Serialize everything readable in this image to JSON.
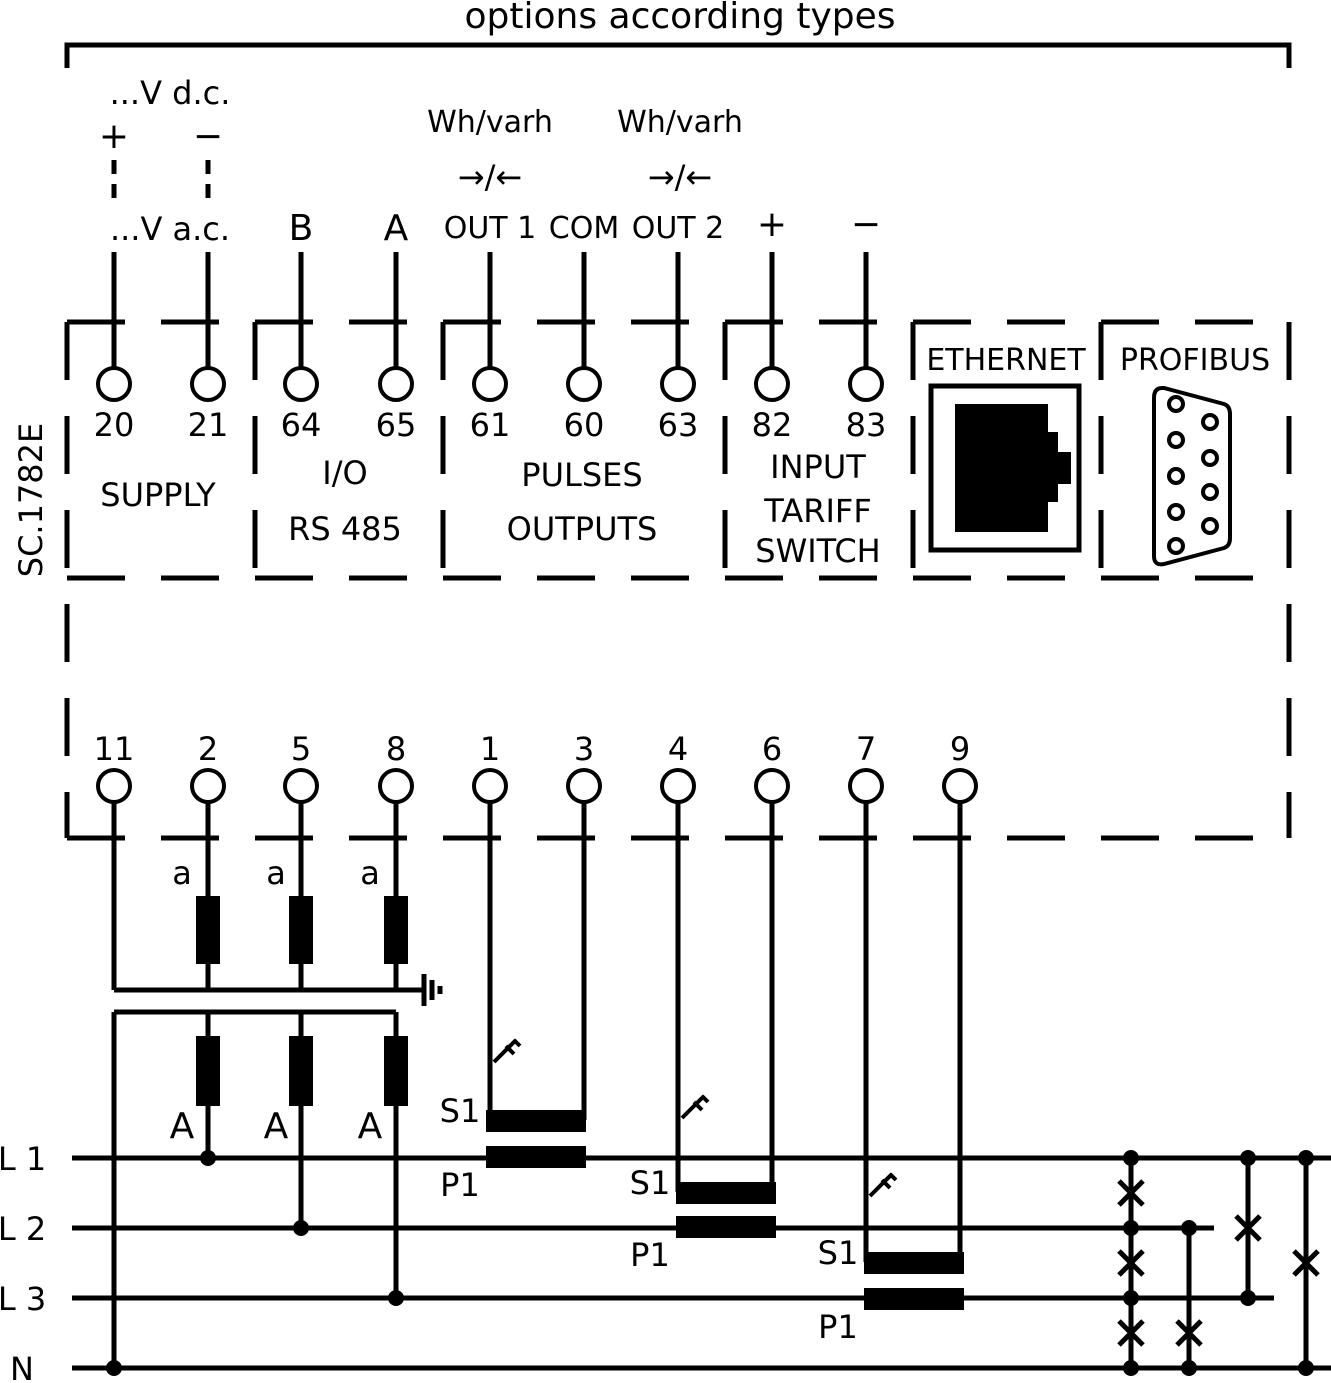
{
  "header": {
    "title": "options according types"
  },
  "side_label": "SC.1782E",
  "supply": {
    "dc_label": "...V d.c.",
    "ac_label": "...V a.c.",
    "plus": "+",
    "minus": "−",
    "group_label": "SUPPLY",
    "terminals": [
      "20",
      "21"
    ]
  },
  "io": {
    "labels": [
      "B",
      "A"
    ],
    "terminals": [
      "64",
      "65"
    ],
    "group_label_1": "I/O",
    "group_label_2": "RS 485"
  },
  "pulses": {
    "unit_label": "Wh/varh",
    "direction_symbol": "→/←",
    "labels": [
      "OUT 1",
      "COM",
      "OUT 2"
    ],
    "terminals": [
      "61",
      "60",
      "63"
    ],
    "group_label_1": "PULSES",
    "group_label_2": "OUTPUTS"
  },
  "tariff": {
    "plus": "+",
    "minus": "−",
    "terminals": [
      "82",
      "83"
    ],
    "group_label_1": "INPUT",
    "group_label_2": "TARIFF",
    "group_label_3": "SWITCH"
  },
  "ethernet": {
    "label": "ETHERNET",
    "icon": "rj45-port-icon"
  },
  "profibus": {
    "label": "PROFIBUS",
    "icon": "db9-connector-icon"
  },
  "measurement_terminals": [
    "11",
    "2",
    "5",
    "8",
    "1",
    "3",
    "4",
    "6",
    "7",
    "9"
  ],
  "vt": {
    "secondary_label": "a",
    "primary_label": "A"
  },
  "ct": {
    "s_label": "S1",
    "p_label": "P1"
  },
  "lines": [
    "L 1",
    "L 2",
    "L 3",
    "N"
  ]
}
